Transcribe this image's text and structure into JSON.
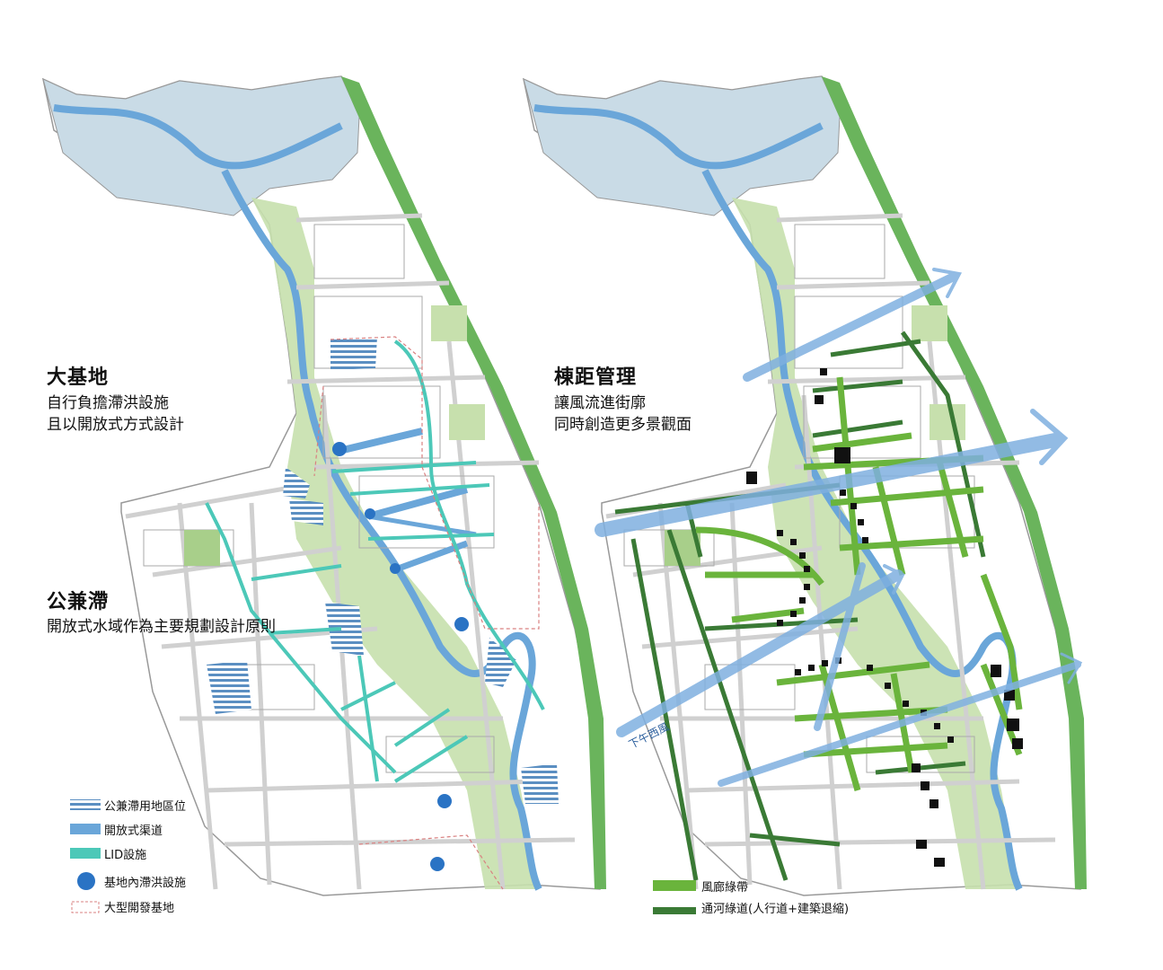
{
  "left_panel": {
    "section1": {
      "title": "大基地",
      "line1": "自行負擔滯洪設施",
      "line2": "且以開放式方式設計"
    },
    "section2": {
      "title": "公兼滯",
      "line1": "開放式水域作為主要規劃設計原則"
    },
    "legend": [
      {
        "label": "公兼滯用地區位",
        "type": "hatch",
        "color": "#5b8fc2"
      },
      {
        "label": "開放式渠道",
        "type": "solid",
        "color": "#6aa6d9"
      },
      {
        "label": "LID設施",
        "type": "solid",
        "color": "#4cc8b8"
      },
      {
        "label": "基地內滯洪設施",
        "type": "dot",
        "color": "#2a73c4"
      },
      {
        "label": "大型開發基地",
        "type": "dashed",
        "color": "#d98080"
      }
    ]
  },
  "right_panel": {
    "section1": {
      "title": "棟距管理",
      "line1": "讓風流進街廓",
      "line2": "同時創造更多景觀面"
    },
    "wind_label": "下午西風",
    "legend": [
      {
        "label": "風廊綠帶",
        "type": "solid",
        "color": "#6ab43c"
      },
      {
        "label": "通河綠道(人行道+建築退縮)",
        "type": "solid",
        "color": "#3a7a35"
      }
    ]
  },
  "colors": {
    "river_bg": "#c9dbe6",
    "river": "#6aa6d9",
    "green_light": "#c7e0ad",
    "green_strip": "#6ab45c",
    "road": "#d8d8d8",
    "lid": "#4cc8b8",
    "wind": "#5b93d0"
  }
}
